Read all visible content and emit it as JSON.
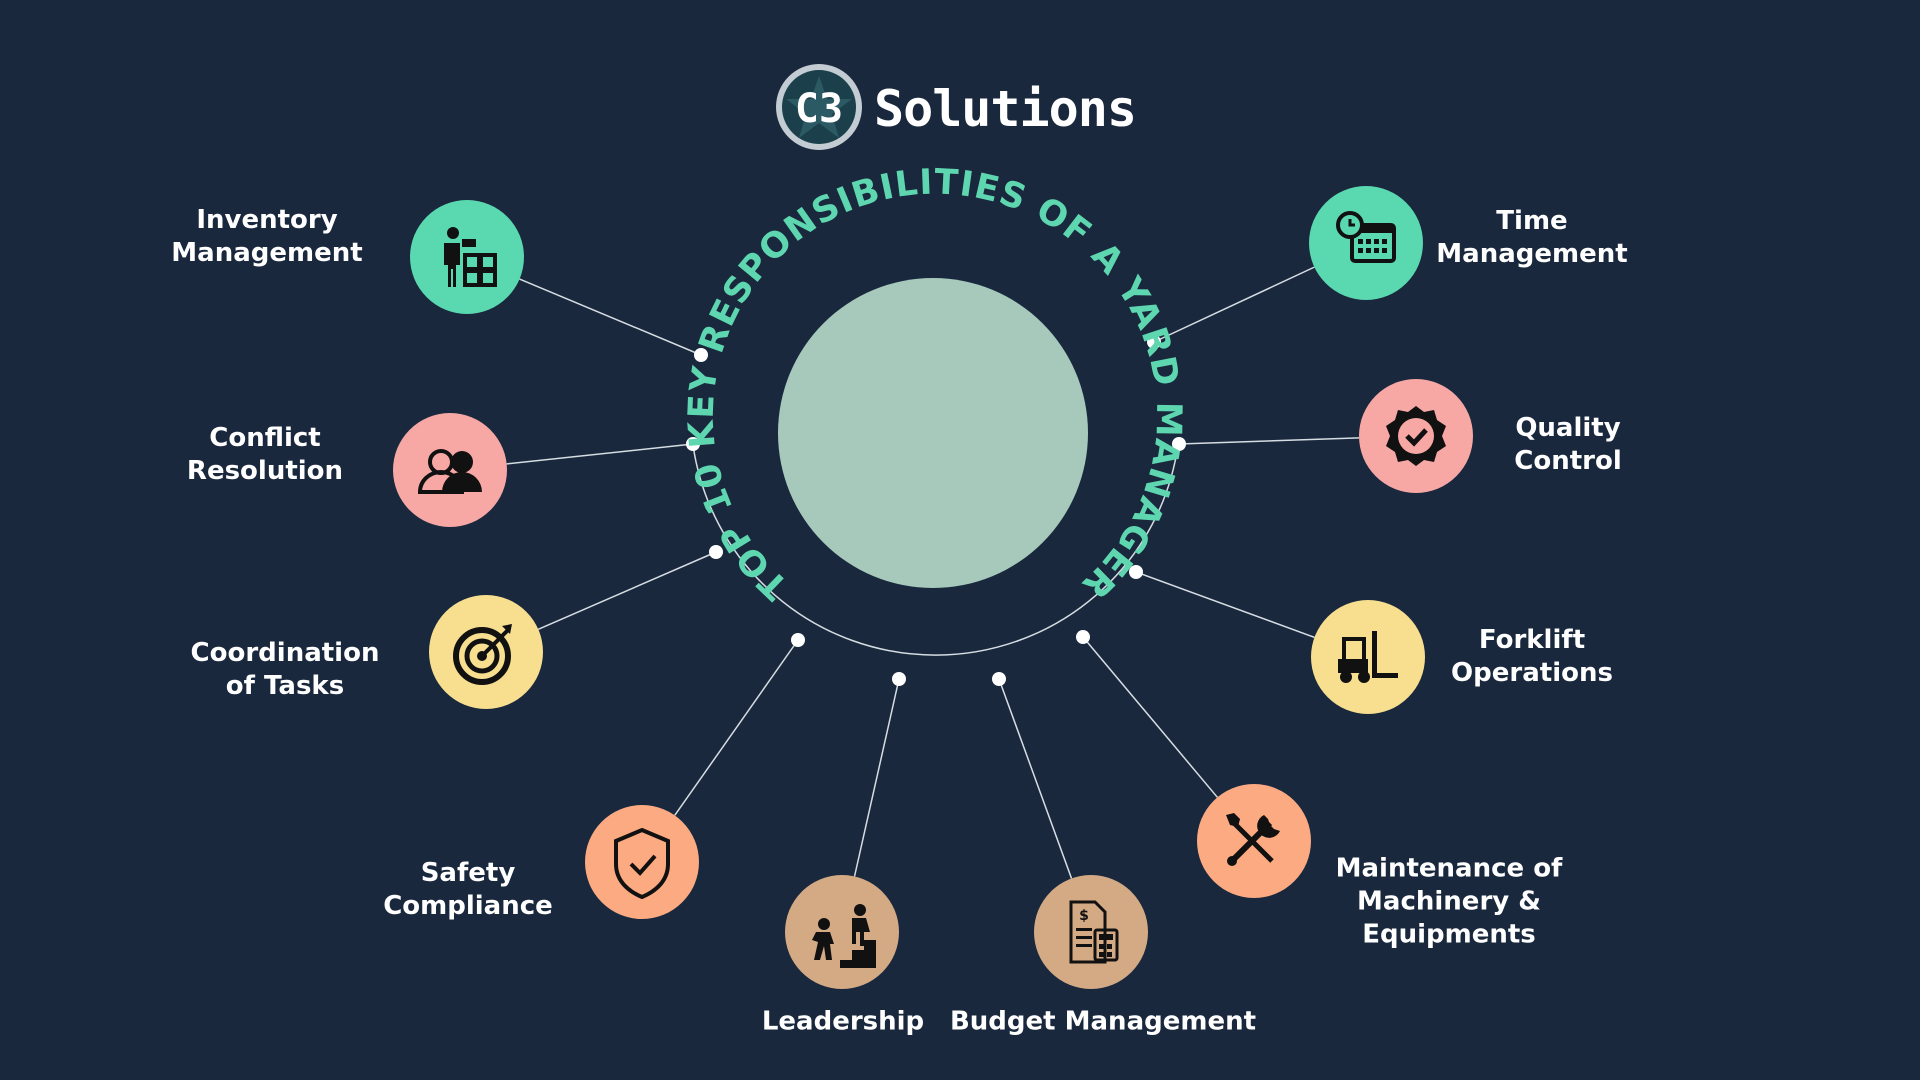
{
  "brand": {
    "logo_mark": "C3",
    "name": "Solutions"
  },
  "title_ring_text": "TOP 10 KEY RESPONSIBILITIES OF A YARD MANAGER",
  "colors": {
    "background": "#19283d",
    "center_circle": "#a6c9bc",
    "ring_text": "#5ed6b0",
    "teal": "#5ad8b0",
    "pink": "#f7a8a4",
    "yellow": "#f7df8f",
    "orange": "#fbaa82",
    "tan": "#d4aa85"
  },
  "items": [
    {
      "label_lines": [
        "Inventory",
        "Management"
      ],
      "icon": "worker-boxes-icon"
    },
    {
      "label_lines": [
        "Conflict",
        "Resolution"
      ],
      "icon": "people-icon"
    },
    {
      "label_lines": [
        "Coordination",
        "of Tasks"
      ],
      "icon": "target-icon"
    },
    {
      "label_lines": [
        "Safety",
        "Compliance"
      ],
      "icon": "shield-check-icon"
    },
    {
      "label_lines": [
        "Leadership"
      ],
      "icon": "stairs-people-icon"
    },
    {
      "label_lines": [
        "Budget Management"
      ],
      "icon": "budget-calculator-icon"
    },
    {
      "label_lines": [
        "Maintenance of",
        "Machinery &",
        "Equipments"
      ],
      "icon": "tools-icon"
    },
    {
      "label_lines": [
        "Forklift",
        "Operations"
      ],
      "icon": "forklift-icon"
    },
    {
      "label_lines": [
        "Quality",
        "Control"
      ],
      "icon": "quality-badge-icon"
    },
    {
      "label_lines": [
        "Time",
        "Management"
      ],
      "icon": "clock-calendar-icon"
    }
  ]
}
